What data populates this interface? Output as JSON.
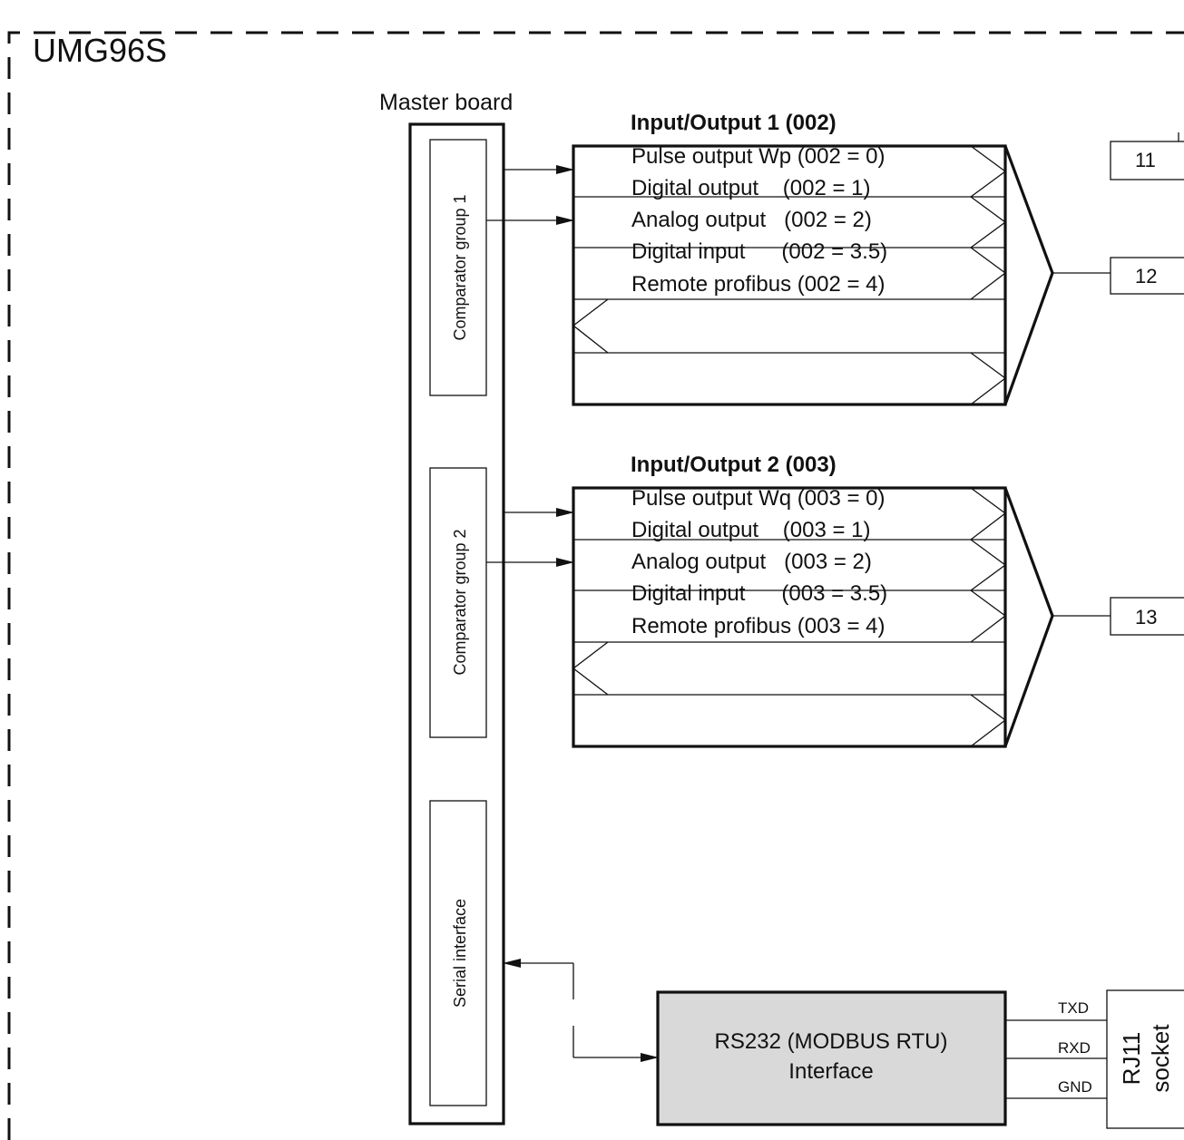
{
  "device": {
    "title": "UMG96S"
  },
  "master_board": {
    "label": "Master board",
    "groups": [
      {
        "label": "Comparator group 1"
      },
      {
        "label": "Comparator group 2"
      },
      {
        "label": "Serial interface"
      }
    ]
  },
  "io_modules": [
    {
      "title": "Input/Output 1 (002)",
      "items": [
        "Pulse output Wp (002 = 0)",
        "Digital output    (002 = 1)",
        "Analog output   (002 = 2)",
        "Digital input      (002 = 3.5)",
        "Remote profibus (002 = 4)"
      ],
      "terminals": [
        "11",
        "12"
      ]
    },
    {
      "title": "Input/Output 2 (003)",
      "items": [
        "Pulse output Wq (003 = 0)",
        "Digital output    (003 = 1)",
        "Analog output   (003 = 2)",
        "Digital input      (003 = 3.5)",
        "Remote profibus (003 = 4)"
      ],
      "terminals": [
        "13"
      ]
    }
  ],
  "rs232": {
    "line1": "RS232 (MODBUS RTU)",
    "line2": "Interface",
    "fill": "#d9d9d9",
    "signals": [
      "TXD",
      "RXD",
      "GND"
    ]
  },
  "rj11": {
    "line1": "RJ11",
    "line2": "socket"
  }
}
